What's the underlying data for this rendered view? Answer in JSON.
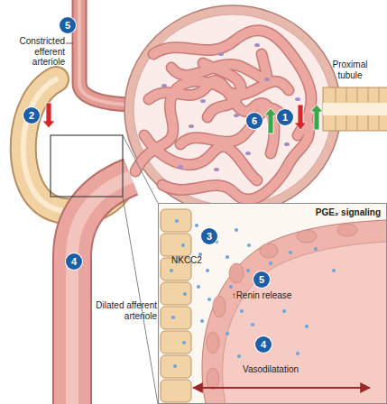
{
  "diagram": {
    "nodes": [
      {
        "text": [
          "PGE₂ signaling"
        ]
      }
    ],
    "labels": [
      "5",
      "Constricted efferent arteriole",
      "Proximal tubule",
      "2",
      "6",
      "1",
      "3",
      "NKCC2",
      "4",
      "5",
      "↑Renin release",
      "Dilated afferent arteriole",
      "4",
      "Vasodilatation"
    ]
  }
}
